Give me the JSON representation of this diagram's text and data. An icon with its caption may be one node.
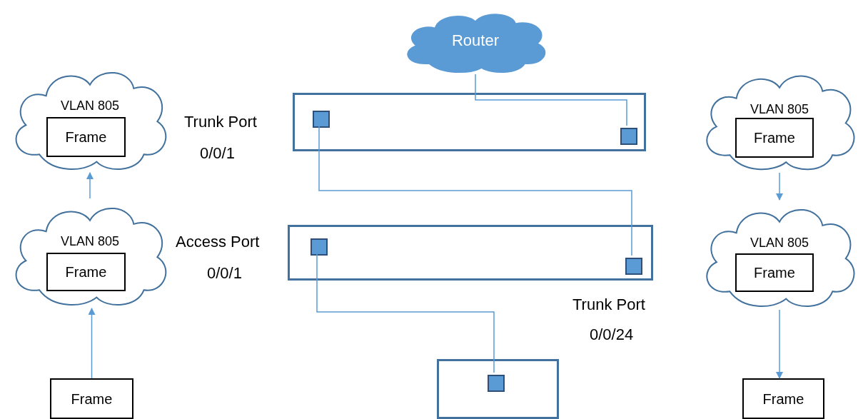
{
  "diagram": {
    "nodes": [
      {
        "text": [
          "Router"
        ]
      },
      {
        "text": [],
        "shape": "box"
      },
      {
        "text": [],
        "shape": "box",
        "in": 1
      },
      {
        "text": [],
        "shape": "box",
        "in": 1
      },
      {
        "text": [],
        "shape": "box"
      },
      {
        "text": [],
        "shape": "box",
        "in": 4
      },
      {
        "text": [],
        "shape": "box",
        "in": 4
      },
      {
        "text": [],
        "shape": "box"
      },
      {
        "text": [],
        "shape": "box",
        "in": 7
      },
      {
        "text": [
          "VLAN 805"
        ]
      },
      {
        "text": [
          "Frame"
        ],
        "in": 9
      },
      {
        "text": [
          "VLAN 805"
        ]
      },
      {
        "text": [
          "Frame"
        ],
        "in": 11
      },
      {
        "text": [
          "Frame"
        ]
      },
      {
        "text": [
          "VLAN 805"
        ]
      },
      {
        "text": [
          "Frame"
        ],
        "in": 14
      },
      {
        "text": [
          "VLAN 805"
        ]
      },
      {
        "text": [
          "Frame"
        ],
        "in": 16
      },
      {
        "text": [
          "Frame"
        ]
      }
    ],
    "edges": [
      {
        "from": 0,
        "to": 3,
        "arrow": "none"
      },
      {
        "from": 2,
        "to": 6,
        "arrow": "none"
      },
      {
        "from": 5,
        "to": 8,
        "arrow": "none"
      },
      {
        "from": 13,
        "to": 11,
        "arrow": "to"
      },
      {
        "from": 11,
        "to": 9,
        "arrow": "to"
      },
      {
        "from": 14,
        "to": 16,
        "arrow": "to"
      },
      {
        "from": 16,
        "to": 18,
        "arrow": "to"
      }
    ],
    "labels": [
      "Trunk Port",
      "0/0/1",
      "Access Port",
      "0/0/1",
      "Trunk Port",
      "0/0/24"
    ]
  }
}
